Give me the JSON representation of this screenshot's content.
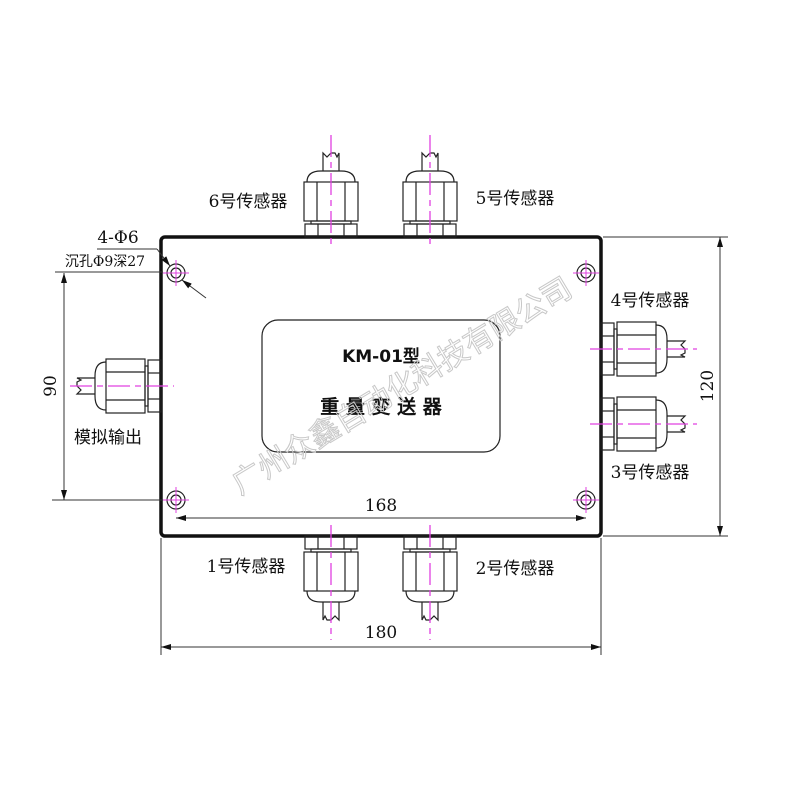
{
  "title": {
    "model": "KM-01型",
    "name": "重 量 变 送 器"
  },
  "sensors": {
    "s1": "1号传感器",
    "s2": "2号传感器",
    "s3": "3号传感器",
    "s4": "4号传感器",
    "s5": "5号传感器",
    "s6": "6号传感器"
  },
  "analog_output": "模拟输出",
  "holes": {
    "spec": "4-Φ6",
    "counterbore": "沉孔Φ9深27"
  },
  "dimensions": {
    "inner_width": "168",
    "outer_width": "180",
    "height": "120",
    "hole_spacing": "90"
  },
  "watermark": "广州众鑫自动化科技有限公司",
  "colors": {
    "centerline": "#e040e0",
    "line": "#111111"
  }
}
